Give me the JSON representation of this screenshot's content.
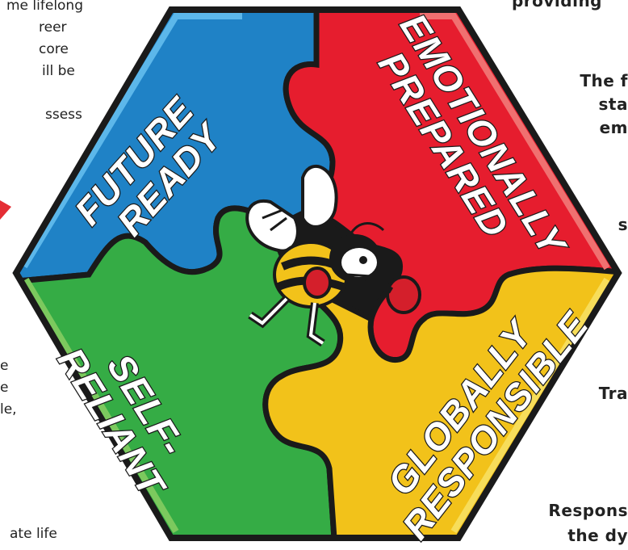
{
  "left_text": {
    "lines_top": [
      "me lifelong",
      "reer",
      "core",
      "ill be",
      "",
      "ssess"
    ],
    "lines_middle": [
      "e",
      "e",
      "le,"
    ],
    "line_bottom": "ate life"
  },
  "right_text": {
    "line_top": "providing",
    "lines_upper": [
      "The f",
      "sta",
      "em"
    ],
    "line_s": "s",
    "line_tra": "Tra",
    "lines_bottom": [
      "Respons",
      "the dy"
    ]
  },
  "puzzle": {
    "future_ready": [
      "FUTURE",
      "READY"
    ],
    "emotionally_prepared": [
      "EMOTIONALLY",
      "PREPARED"
    ],
    "self_reliant": [
      "SELF-",
      "RELIANT"
    ],
    "globally_responsible": [
      "GLOBALLY",
      "RESPONSIBLE"
    ]
  },
  "colors": {
    "blue": "#1f82c6",
    "red": "#e61d2e",
    "green": "#35ac45",
    "yellow": "#f2c21a",
    "outline": "#1a1a1a",
    "accent_red": "#e42d34"
  },
  "icons": {
    "mascot": "hornet-boxer-mascot-icon",
    "arrow": "red-arrow-fragment-icon"
  }
}
